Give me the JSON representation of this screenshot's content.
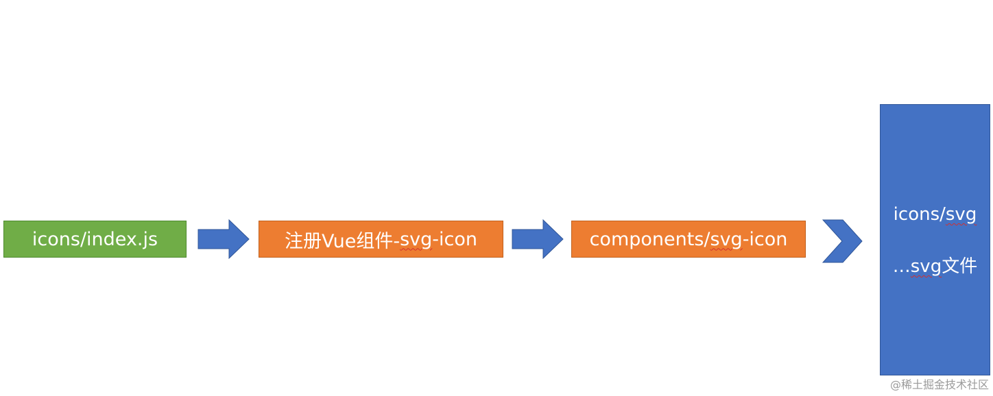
{
  "colors": {
    "green": "#70ad47",
    "orange": "#ed7d31",
    "blue": "#4472c4",
    "text": "#ffffff"
  },
  "nodes": {
    "index": {
      "label": "icons/index.js"
    },
    "register": {
      "label_prefix": "注册Vue组件-",
      "label_svg": "svg",
      "label_suffix": "-icon"
    },
    "components": {
      "label_prefix": "components/",
      "label_svg": "svg",
      "label_suffix": "-icon"
    },
    "folder": {
      "line1_prefix": "icons/",
      "line1_svg": "svg",
      "line2_prefix": "…",
      "line2_svg": "svg",
      "line2_suffix": "文件"
    }
  },
  "arrows": [
    {
      "from": "index",
      "to": "register",
      "icon": "block-arrow-right"
    },
    {
      "from": "register",
      "to": "components",
      "icon": "block-arrow-right"
    },
    {
      "from": "components",
      "to": "folder",
      "icon": "chevron-right"
    }
  ],
  "watermark": "@稀土掘金技术社区"
}
